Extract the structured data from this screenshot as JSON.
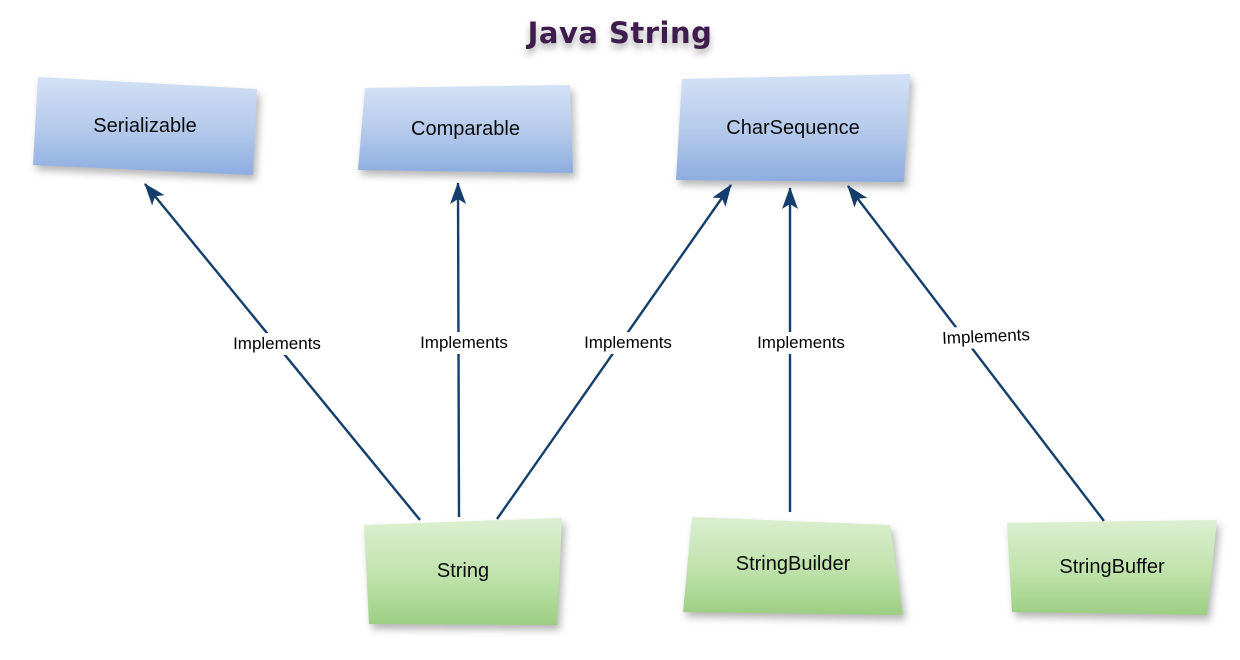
{
  "title": "Java String",
  "nodes": {
    "interfaces": [
      {
        "id": "serializable",
        "label": "Serializable"
      },
      {
        "id": "comparable",
        "label": "Comparable"
      },
      {
        "id": "charsequence",
        "label": "CharSequence"
      }
    ],
    "classes": [
      {
        "id": "string",
        "label": "String"
      },
      {
        "id": "stringbuilder",
        "label": "StringBuilder"
      },
      {
        "id": "stringbuffer",
        "label": "StringBuffer"
      }
    ]
  },
  "edges": [
    {
      "from": "String",
      "to": "Serializable",
      "label": "Implements"
    },
    {
      "from": "String",
      "to": "Comparable",
      "label": "Implements"
    },
    {
      "from": "String",
      "to": "CharSequence",
      "label": "Implements"
    },
    {
      "from": "StringBuilder",
      "to": "CharSequence",
      "label": "Implements"
    },
    {
      "from": "StringBuffer",
      "to": "CharSequence",
      "label": "Implements"
    }
  ],
  "colors": {
    "background": "#ffffff",
    "title_text": "#3e1c4e",
    "interface_fill_top": "#d3e1f5",
    "interface_fill_bottom": "#8cace0",
    "class_fill_top": "#ddf0d3",
    "class_fill_bottom": "#9bcd81",
    "arrow": "#143e6b",
    "edge_label_text": "#000000",
    "node_label_text": "#0b0b0b"
  }
}
